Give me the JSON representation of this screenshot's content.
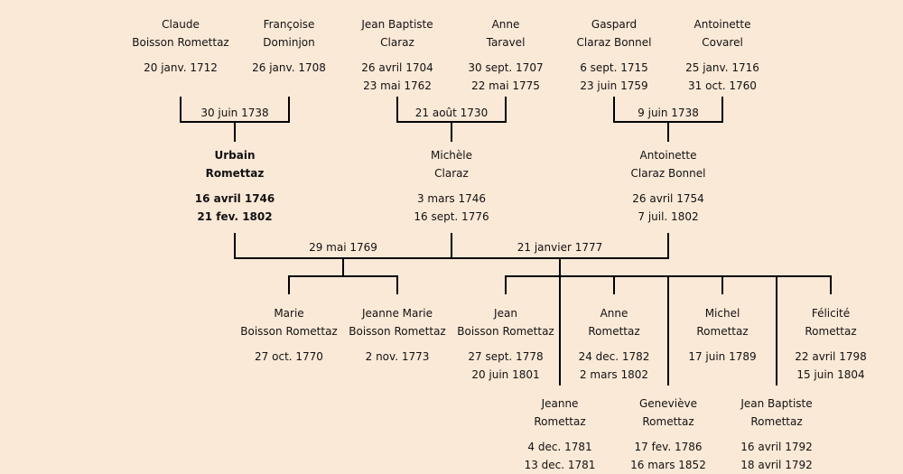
{
  "grandparents": [
    {
      "first": "Claude",
      "last": "Boisson Romettaz",
      "birth": "20 janv. 1712",
      "death": ""
    },
    {
      "first": "Françoise",
      "last": "Dominjon",
      "birth": "26 janv. 1708",
      "death": ""
    },
    {
      "first": "Jean Baptiste",
      "last": "Claraz",
      "birth": "26 avril 1704",
      "death": "23 mai 1762"
    },
    {
      "first": "Anne",
      "last": "Taravel",
      "birth": "30 sept. 1707",
      "death": "22 mai 1775"
    },
    {
      "first": "Gaspard",
      "last": "Claraz Bonnel",
      "birth": "6 sept. 1715",
      "death": "23 juin 1759"
    },
    {
      "first": "Antoinette",
      "last": "Covarel",
      "birth": "25 janv. 1716",
      "death": "31 oct. 1760"
    }
  ],
  "grandparent_marriages": [
    "30 juin 1738",
    "21 août 1730",
    "9 juin 1738"
  ],
  "parents": [
    {
      "first": "Urbain",
      "last": "Romettaz",
      "birth": "16 avril 1746",
      "death": "21 fev. 1802"
    },
    {
      "first": "Michèle",
      "last": "Claraz",
      "birth": "3 mars 1746",
      "death": "16 sept. 1776"
    },
    {
      "first": "Antoinette",
      "last": "Claraz Bonnel",
      "birth": "26 avril 1754",
      "death": "7 juil. 1802"
    }
  ],
  "marriages": [
    "29 mai 1769",
    "21 janvier 1777"
  ],
  "children": [
    {
      "first": "Marie",
      "last": "Boisson Romettaz",
      "birth": "27 oct. 1770",
      "death": ""
    },
    {
      "first": "Jeanne Marie",
      "last": "Boisson Romettaz",
      "birth": "2 nov. 1773",
      "death": ""
    },
    {
      "first": "Jean",
      "last": "Boisson Romettaz",
      "birth": "27 sept. 1778",
      "death": "20 juin 1801"
    },
    {
      "first": "Anne",
      "last": "Romettaz",
      "birth": "24 dec. 1782",
      "death": "2 mars 1802"
    },
    {
      "first": "Michel",
      "last": "Romettaz",
      "birth": "17 juin 1789",
      "death": ""
    },
    {
      "first": "Félicité",
      "last": "Romettaz",
      "birth": "22 avril 1798",
      "death": "15 juin 1804"
    },
    {
      "first": "Jeanne",
      "last": "Romettaz",
      "birth": "4 dec. 1781",
      "death": "13 dec. 1781"
    },
    {
      "first": "Geneviève",
      "last": "Romettaz",
      "birth": "17 fev. 1786",
      "death": "16 mars 1852"
    },
    {
      "first": "Jean Baptiste",
      "last": "Romettaz",
      "birth": "16 avril 1792",
      "death": "18 avril 1792"
    }
  ]
}
